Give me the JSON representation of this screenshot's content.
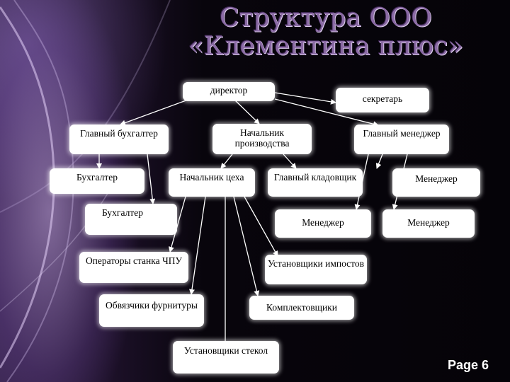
{
  "title": {
    "line1": "Структура ООО",
    "line2": "«Клементина плюс»"
  },
  "nodes": {
    "director": "директор",
    "secretary": "секретарь",
    "chief_accountant": "Главный бухгалтер",
    "production_head": "Начальник производства",
    "chief_manager": "Главный менеджер",
    "accountant_1": "Бухгалтер",
    "shop_head": "Начальник цеха",
    "chief_storekeeper": "Главный кладовщик",
    "manager_1": "Менеджер",
    "accountant_2": "Бухгалтер",
    "manager_2": "Менеджер",
    "manager_3": "Менеджер",
    "cnc_operators": "Операторы станка ЧПУ",
    "impost_installers": "Установщики импостов",
    "fitting_binders": "Обвязчики фурнитуры",
    "packers": "Комплектовщики",
    "glass_installers": "Установщики стекол"
  },
  "page": {
    "label": "Page 6"
  },
  "colors": {
    "background": "#050308",
    "title": "#8a6aa4",
    "box": "#ffffff",
    "connector": "#ffffff"
  }
}
